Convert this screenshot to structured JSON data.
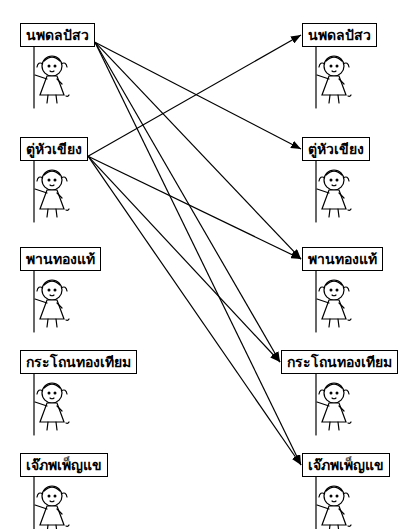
{
  "diagram": {
    "nodes": [
      {
        "text": [
          "นพดลปัสว"
        ]
      },
      {
        "text": [
          "ตู่หัวเขียง"
        ]
      },
      {
        "text": [
          "พานทองแท้"
        ]
      },
      {
        "text": [
          "กระโถนทองเทียม"
        ]
      },
      {
        "text": [
          "เจ๊ภพเพ็ญแข"
        ]
      },
      {
        "text": [
          "นพดลปัสว"
        ]
      },
      {
        "text": [
          "ตู่หัวเขียง"
        ]
      },
      {
        "text": [
          "พานทองแท้"
        ]
      },
      {
        "text": [
          "กระโถนทองเทียม"
        ]
      },
      {
        "text": [
          "เจ๊ภพเพ็ญแข"
        ]
      }
    ],
    "edges": [
      {
        "from": 0,
        "to": 6,
        "arrow": "to"
      },
      {
        "from": 0,
        "to": 7,
        "arrow": "to"
      },
      {
        "from": 0,
        "to": 8,
        "arrow": "to"
      },
      {
        "from": 0,
        "to": 9,
        "arrow": "to"
      },
      {
        "from": 1,
        "to": 5,
        "arrow": "to"
      },
      {
        "from": 1,
        "to": 7,
        "arrow": "to"
      },
      {
        "from": 1,
        "to": 8,
        "arrow": "to"
      },
      {
        "from": 1,
        "to": 9,
        "arrow": "to"
      }
    ]
  }
}
